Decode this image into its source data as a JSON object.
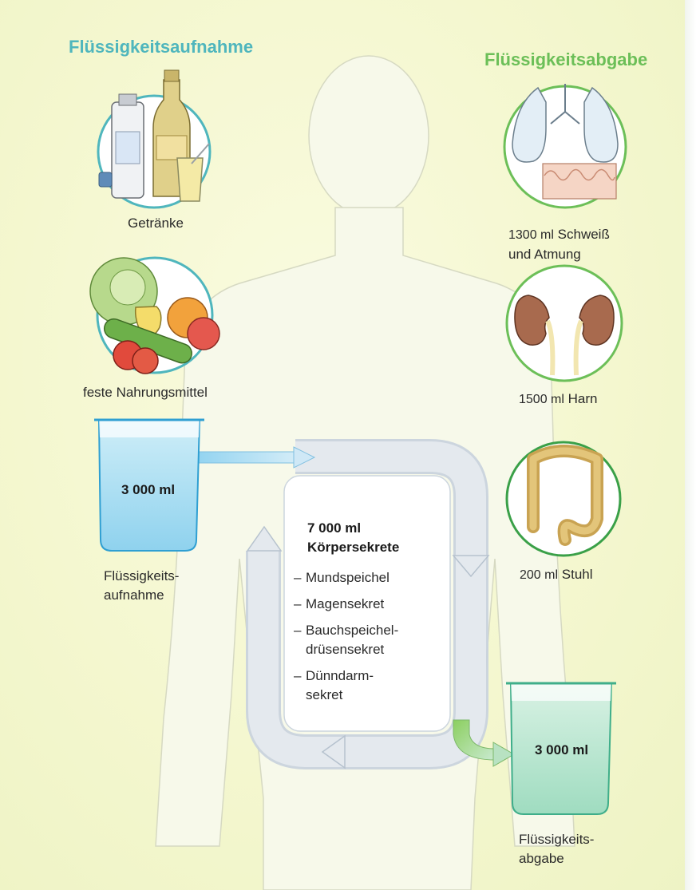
{
  "titles": {
    "intake": "Flüssigkeitsaufnahme",
    "output": "Flüssigkeitsabgabe"
  },
  "intake_items": [
    {
      "label": "Getränke",
      "icon": "beverage-bottles-icon"
    },
    {
      "label": "feste Nahrungsmittel",
      "icon": "fruit-vegetables-icon"
    }
  ],
  "output_items": [
    {
      "amount": "1300 ml",
      "label": "Schweiß",
      "label_line2": "und Atmung",
      "icon": "lungs-skin-icon"
    },
    {
      "amount": "1500 ml",
      "label": "Harn",
      "icon": "kidneys-icon"
    },
    {
      "amount": "200 ml",
      "label": "Stuhl",
      "icon": "colon-icon"
    }
  ],
  "intake_beaker": {
    "value": "3 000 ml",
    "label_line1": "Flüssigkeits-",
    "label_line2": "aufnahme"
  },
  "output_beaker": {
    "value": "3 000 ml",
    "label_line1": "Flüssigkeits-",
    "label_line2": "abgabe"
  },
  "body_secretions": {
    "amount": "7 000 ml",
    "title": "Körpersekrete",
    "items": [
      "Mundspeichel",
      "Magensekret",
      "Bauchspeichel-\ndrüsensekret",
      "Dünndarm-\nsekret"
    ]
  },
  "colors": {
    "intake_accent": "#4fb6bd",
    "output_accent": "#6cbf58",
    "background": "#f4f7cf",
    "cycle_arrow": "#dfe4ea"
  }
}
